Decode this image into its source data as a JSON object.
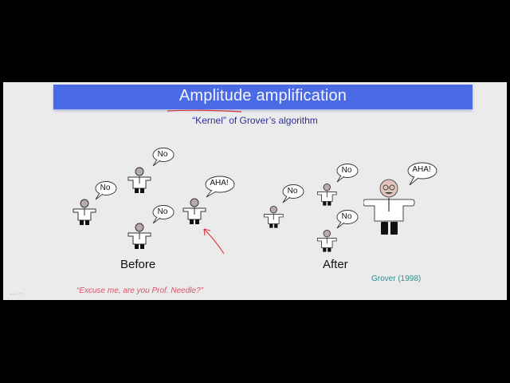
{
  "slide": {
    "title": "Amplitude amplification",
    "subtitle": "“Kernel” of Grover’s algorithm",
    "before_label": "Before",
    "after_label": "After",
    "quote": "“Excuse me, are you Prof. Needle?”",
    "citation": "Grover (1998)",
    "nav_hint": "◂ ▸ ▪ ▾",
    "colors": {
      "title_bar": "#4a6ae6",
      "title_text": "#f4f4ff",
      "subtitle_text": "#2e2e9e",
      "quote_text": "#e0506a",
      "citation_text": "#2f8f8f",
      "annotation_red": "#e03040",
      "background": "#ebebeb"
    }
  },
  "before_figures": [
    {
      "id": "b1",
      "speech": "No"
    },
    {
      "id": "b2",
      "speech": "No"
    },
    {
      "id": "b3",
      "speech": "No"
    },
    {
      "id": "b4",
      "speech": "AHA!"
    }
  ],
  "after_figures": [
    {
      "id": "a1",
      "speech": "No"
    },
    {
      "id": "a2",
      "speech": "No"
    },
    {
      "id": "a3",
      "speech": "No"
    },
    {
      "id": "a4",
      "speech": "AHA!"
    }
  ]
}
